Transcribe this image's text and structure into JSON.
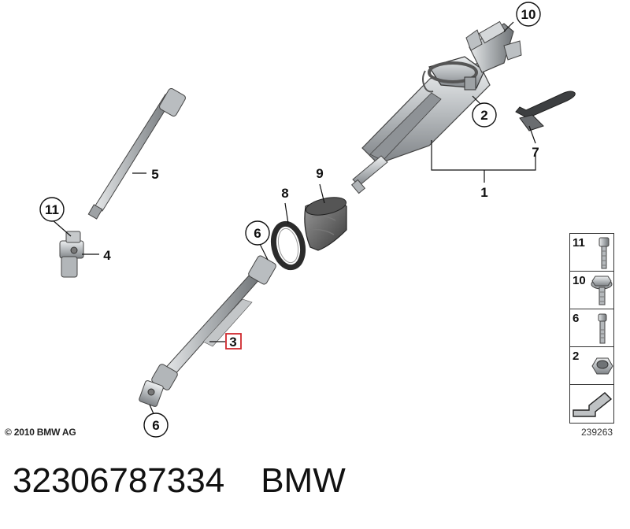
{
  "callouts": [
    {
      "id": "c1",
      "label": "1"
    },
    {
      "id": "c2",
      "label": "2"
    },
    {
      "id": "c3",
      "label": "3",
      "highlight": true
    },
    {
      "id": "c4",
      "label": "4"
    },
    {
      "id": "c5",
      "label": "5"
    },
    {
      "id": "c6a",
      "label": "6"
    },
    {
      "id": "c6b",
      "label": "6"
    },
    {
      "id": "c7",
      "label": "7"
    },
    {
      "id": "c8",
      "label": "8"
    },
    {
      "id": "c9",
      "label": "9"
    },
    {
      "id": "c10",
      "label": "10"
    },
    {
      "id": "c11",
      "label": "11"
    }
  ],
  "legend": [
    {
      "label": "11",
      "icon": "bolt-icon"
    },
    {
      "label": "10",
      "icon": "flange-bolt-icon"
    },
    {
      "label": "6",
      "icon": "screw-icon"
    },
    {
      "label": "2",
      "icon": "hex-nut-icon"
    },
    {
      "label": "",
      "icon": "arrow-icon"
    }
  ],
  "copyright": "© 2010 BMW AG",
  "diagram_number": "239263",
  "part_number": "32306787334",
  "brand": "BMW",
  "colors": {
    "highlight": "#d0282d",
    "line": "#111111",
    "part_fill": "#c9ccce",
    "part_dark": "#8b8f93"
  }
}
